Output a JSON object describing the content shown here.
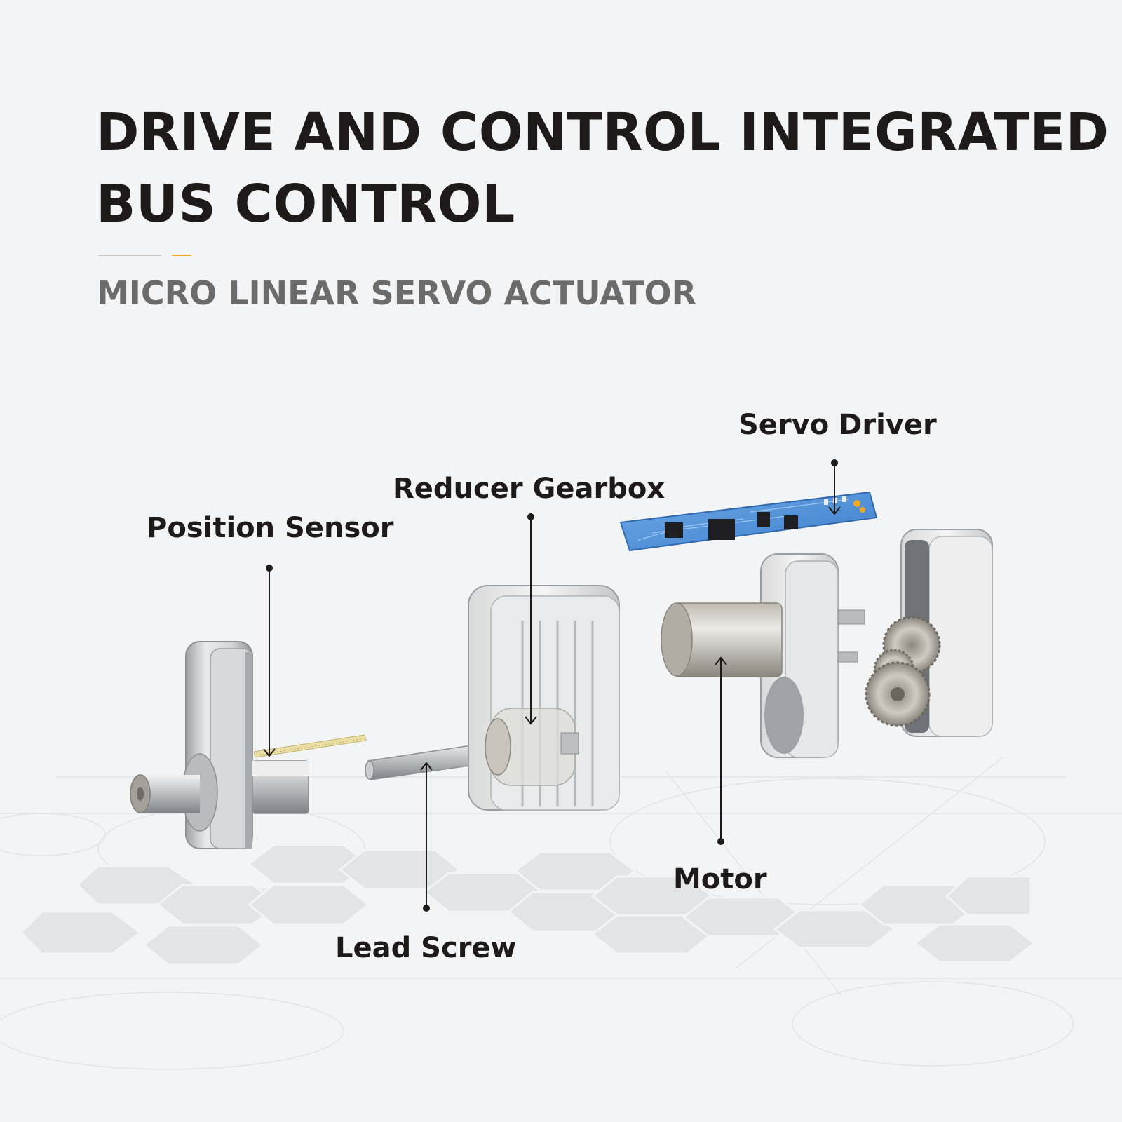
{
  "header": {
    "title_line1": "DRIVE AND CONTROL INTEGRATED",
    "title_line2": "BUS CONTROL",
    "subtitle": "MICRO LINEAR SERVO ACTUATOR",
    "accent_color": "#f0a81c"
  },
  "diagram": {
    "labels": {
      "servo_driver": "Servo Driver",
      "reducer_gearbox": "Reducer Gearbox",
      "position_sensor": "Position Sensor",
      "motor": "Motor",
      "lead_screw": "Lead Screw"
    },
    "pcb_color": "#4a8fd8"
  }
}
